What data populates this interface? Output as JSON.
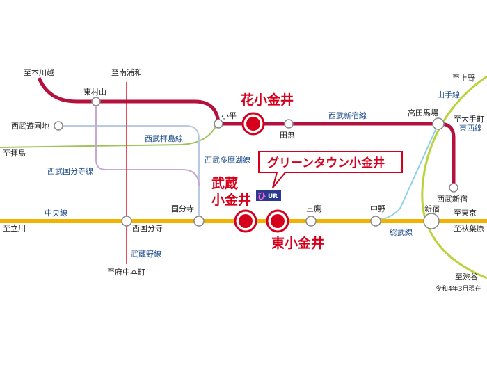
{
  "colors": {
    "seibu_main": "#b3123f",
    "chuo": "#f2b300",
    "yamanote": "#b8d43a",
    "musashino": "#e0505a",
    "tamako": "#b8cbe0",
    "kokubunji": "#c9a7d3",
    "haijima": "#9fc35a",
    "sobu": "#8fd0e8",
    "station_red": "#d6001c",
    "line_label": "#1f4e8c"
  },
  "stations": {
    "hanakoganei": "花小金井",
    "musashikoganei_line1": "武蔵",
    "musashikoganei_line2": "小金井",
    "higashikoganei": "東小金井",
    "kodaira": "小平",
    "higashimurayama": "東村山",
    "seibuyuenchi": "西武遊園地",
    "tanashi": "田無",
    "takadanobaba": "高田馬場",
    "seibushinjuku": "西武新宿",
    "kokubunji": "国分寺",
    "nishikokubunji": "西国分寺",
    "mitaka": "三鷹",
    "nakano": "中野",
    "shinjuku": "新宿"
  },
  "directions": {
    "hon_kawagoe": "至本川越",
    "minami_urawa": "至南浦和",
    "haijima": "至拝島",
    "tachikawa": "至立川",
    "fuchu_hommachi": "至府中本町",
    "ueno": "至上野",
    "otemachi": "至大手町",
    "tokyo": "至東京",
    "akihabara": "至秋葉原",
    "shibuya": "至渋谷"
  },
  "lines": {
    "seibu_shinjuku": "西武新宿線",
    "seibu_haijima": "西武拝島線",
    "seibu_tamako": "西武多摩湖線",
    "seibu_kokubunji": "西武国分寺線",
    "chuo": "中央線",
    "musashino": "武蔵野線",
    "yamanote": "山手線",
    "tozai": "東西線",
    "sobu": "総武線"
  },
  "callout": {
    "text": "グリーンタウン小金井"
  },
  "logo": {
    "text": "UR"
  },
  "note": "令和4年3月現在"
}
